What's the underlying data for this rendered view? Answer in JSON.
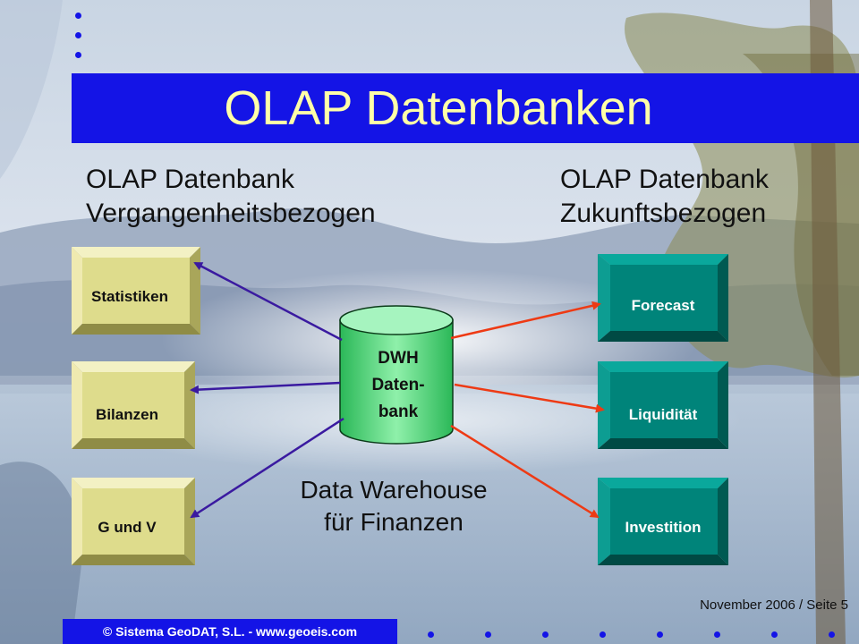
{
  "title": "OLAP Datenbanken",
  "left_heading": [
    "OLAP Datenbank",
    "Vergangenheitsbezogen"
  ],
  "right_heading": [
    "OLAP Datenbank",
    "Zukunftsbezogen"
  ],
  "left_boxes": [
    "Statistiken",
    "Bilanzen",
    "G und V"
  ],
  "right_boxes": [
    "Forecast",
    "Liquidität",
    "Investition"
  ],
  "database": [
    "DWH",
    "Daten-",
    "bank"
  ],
  "dw_caption": [
    "Data Warehouse",
    "für Finanzen"
  ],
  "footer_date": "November 2006 / Seite 5",
  "copyright": "© Sistema GeoDAT, S.L. - www.geoeis.com",
  "colors": {
    "title_bar": "#1414e6",
    "title_text": "#ffffa8",
    "left_box": "#dedc8c",
    "right_box": "#00847a",
    "database": "#66e08a",
    "left_arrows": "#3a1aa0",
    "right_arrows": "#ee3a14"
  }
}
